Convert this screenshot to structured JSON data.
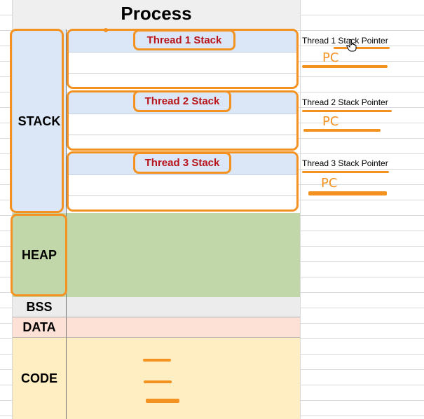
{
  "diagram": {
    "title": "Process",
    "segments": {
      "stack": "STACK",
      "heap": "HEAP",
      "bss": "BSS",
      "data": "DATA",
      "code": "CODE"
    },
    "threads": [
      {
        "stack_label": "Thread 1 Stack",
        "pointer_label": "Thread 1 Stack Pointer",
        "pc_label": "PC"
      },
      {
        "stack_label": "Thread 2 Stack",
        "pointer_label": "Thread 2 Stack Pointer",
        "pc_label": "PC"
      },
      {
        "stack_label": "Thread 3 Stack",
        "pointer_label": "Thread 3 Stack Pointer",
        "pc_label": "PC"
      }
    ]
  },
  "colors": {
    "annotation_orange": "#f39221",
    "thread_label_red": "#b8141c",
    "stack_blue": "#dbe7f6",
    "heap_green": "#c2d7a9",
    "bss_gray": "#ececec",
    "data_pink": "#fde0d6",
    "code_yellow": "#feeec2"
  }
}
